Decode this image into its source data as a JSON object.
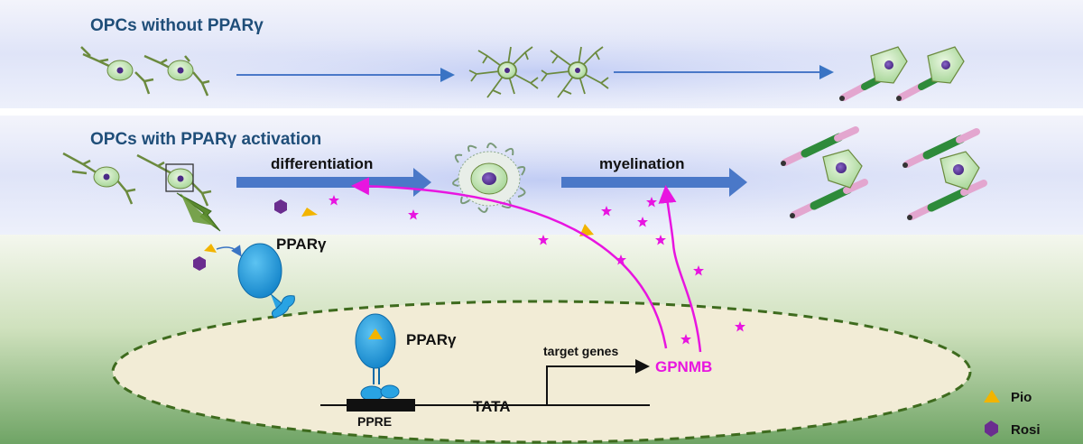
{
  "panels": {
    "top_title": "OPCs without PPARγ",
    "bottom_title": "OPCs with PPARγ activation"
  },
  "steps": {
    "differentiation": "differentiation",
    "myelination": "myelination"
  },
  "labels": {
    "pparg_cytoplasm": "PPARγ",
    "pparg_nucleus": "PPARγ",
    "target_genes": "target genes",
    "gpnmb": "GPNMB",
    "tata": "TATA",
    "ppre": "PPRE"
  },
  "legend": {
    "items": [
      {
        "symbol": "triangle",
        "color": "#f2b400",
        "label": "Pio"
      },
      {
        "symbol": "hexagon",
        "color": "#6a2d8f",
        "label": "Rosi"
      }
    ]
  },
  "colors": {
    "panel_title": "#1f4e79",
    "arrow_blue": "#4a78c8",
    "magenta": "#e815e0",
    "protein_blue": "#29a3e3",
    "cell_green": "#c4e6b8",
    "myelin_green": "#2e8b3a",
    "axon_pink": "#e3a6cf"
  }
}
